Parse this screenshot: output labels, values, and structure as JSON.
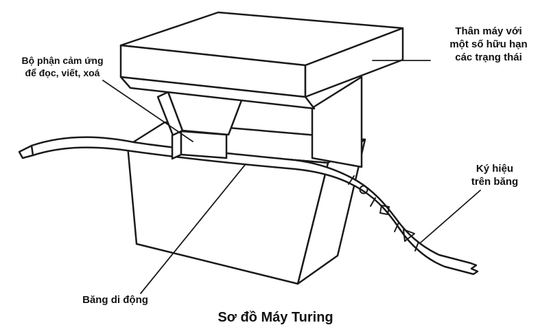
{
  "diagram": {
    "title": "Sơ đồ Máy Turing",
    "labels": {
      "sensor": "Bộ phận cảm ứng\nđể đọc, viết, xoá",
      "machine_body": "Thân máy với\nmột số hữu hạn\ncác trạng thái",
      "tape_symbols": "Ký hiệu\ntrên băng",
      "tape": "Băng di động"
    },
    "tape_symbol_glyphs": [
      "circle",
      "square",
      "triangle"
    ],
    "colors": {
      "line": "#1a1a1a",
      "background": "#ffffff",
      "text": "#111111"
    }
  }
}
